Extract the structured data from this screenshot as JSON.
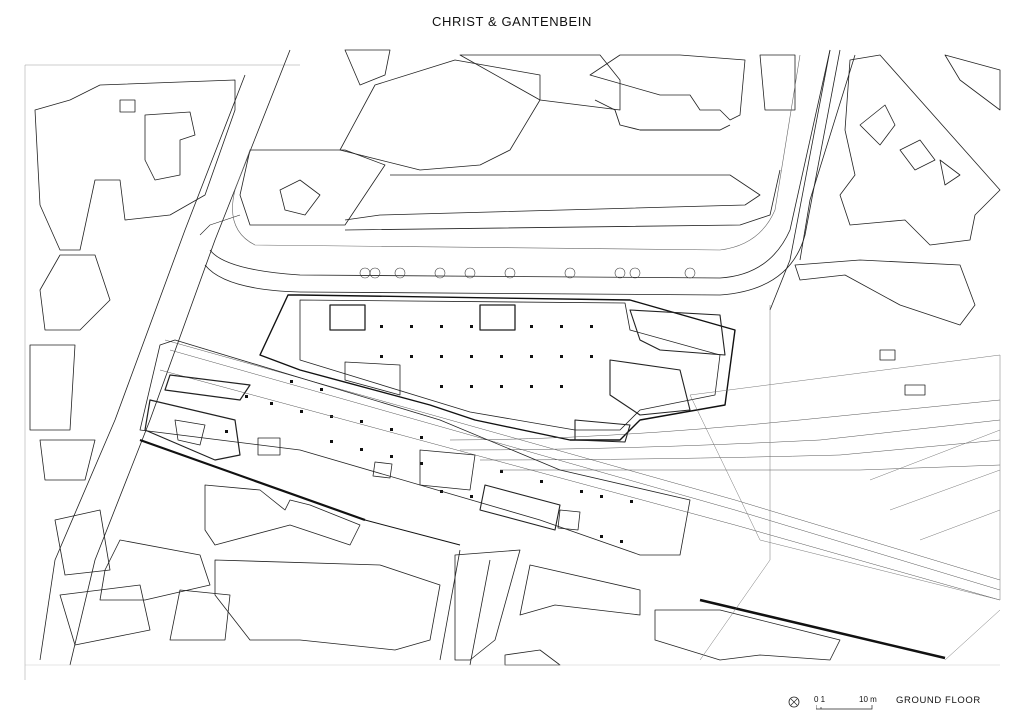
{
  "header": {
    "title": "CHRIST & GANTENBEIN"
  },
  "footer": {
    "sheet_label": "GROUND FLOOR",
    "scale": {
      "start_label": "0 1",
      "end_label": "10 m"
    },
    "north_icon": "north-arrow-icon"
  },
  "colors": {
    "line": "#222222",
    "background": "#ffffff",
    "wall": "#111111"
  }
}
